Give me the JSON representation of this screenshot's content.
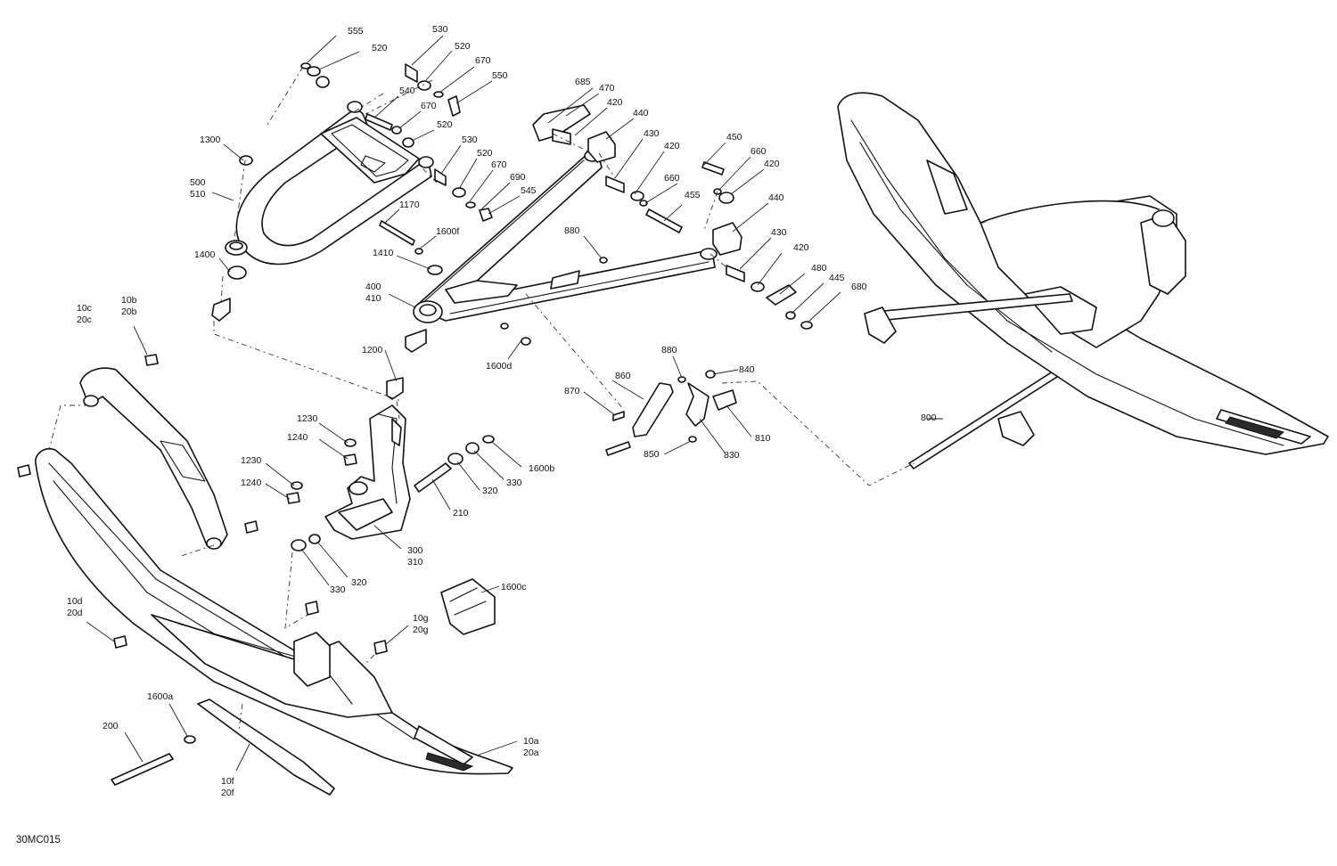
{
  "diagram": {
    "id_code": "30MC015",
    "colors": {
      "line": "#111111",
      "background": "#ffffff"
    },
    "callouts": {
      "c555": [
        "555"
      ],
      "c520a": [
        "520"
      ],
      "c530a": [
        "530"
      ],
      "c520b": [
        "520"
      ],
      "c670a": [
        "670"
      ],
      "c550": [
        "550"
      ],
      "c540": [
        "540"
      ],
      "c670b": [
        "670"
      ],
      "c520c": [
        "520"
      ],
      "c530b": [
        "530"
      ],
      "c520d": [
        "520"
      ],
      "c670c": [
        "670"
      ],
      "c690": [
        "690"
      ],
      "c545": [
        "545"
      ],
      "c1300": [
        "1300"
      ],
      "c500": [
        "500",
        "510"
      ],
      "c1170": [
        "1170"
      ],
      "c1600f": [
        "1600f"
      ],
      "c1410": [
        "1410"
      ],
      "c1400": [
        "1400"
      ],
      "c400": [
        "400",
        "410"
      ],
      "c685": [
        "685"
      ],
      "c470": [
        "470"
      ],
      "c420a": [
        "420"
      ],
      "c440a": [
        "440"
      ],
      "c430a": [
        "430"
      ],
      "c420b": [
        "420"
      ],
      "c450": [
        "450"
      ],
      "c660a": [
        "660"
      ],
      "c420c": [
        "420"
      ],
      "c660b": [
        "660"
      ],
      "c455": [
        "455"
      ],
      "c880a": [
        "880"
      ],
      "c440b": [
        "440"
      ],
      "c430b": [
        "430"
      ],
      "c420d": [
        "420"
      ],
      "c480": [
        "480"
      ],
      "c445": [
        "445"
      ],
      "c680": [
        "680"
      ],
      "c10c": [
        "10c",
        "20c"
      ],
      "c10b": [
        "10b",
        "20b"
      ],
      "c1200": [
        "1200"
      ],
      "c1600d": [
        "1600d"
      ],
      "c880b": [
        "880"
      ],
      "c840": [
        "840"
      ],
      "c860": [
        "860"
      ],
      "c870": [
        "870"
      ],
      "c810": [
        "810"
      ],
      "c850": [
        "850"
      ],
      "c830": [
        "830"
      ],
      "c800": [
        "800"
      ],
      "c1230a": [
        "1230"
      ],
      "c1240a": [
        "1240"
      ],
      "c1230b": [
        "1230"
      ],
      "c1240b": [
        "1240"
      ],
      "c1600b": [
        "1600b"
      ],
      "c330a": [
        "330"
      ],
      "c320a": [
        "320"
      ],
      "c210": [
        "210"
      ],
      "c300": [
        "300",
        "310"
      ],
      "c330b": [
        "330"
      ],
      "c320b": [
        "320"
      ],
      "c1600c": [
        "1600c"
      ],
      "c10d": [
        "10d",
        "20d"
      ],
      "c10g": [
        "10g",
        "20g"
      ],
      "c1600a": [
        "1600a"
      ],
      "c200": [
        "200"
      ],
      "c10a": [
        "10a",
        "20a"
      ],
      "c10f": [
        "10f",
        "20f"
      ]
    }
  }
}
